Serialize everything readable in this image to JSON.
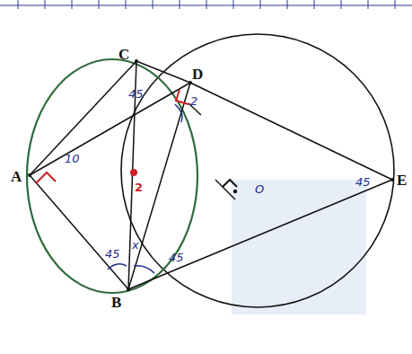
{
  "diagram": {
    "labels": [
      "C",
      "D",
      "A",
      "B",
      "E",
      "O",
      "45",
      "10",
      "2",
      "2",
      "45",
      "x",
      "45",
      "45"
    ]
  }
}
